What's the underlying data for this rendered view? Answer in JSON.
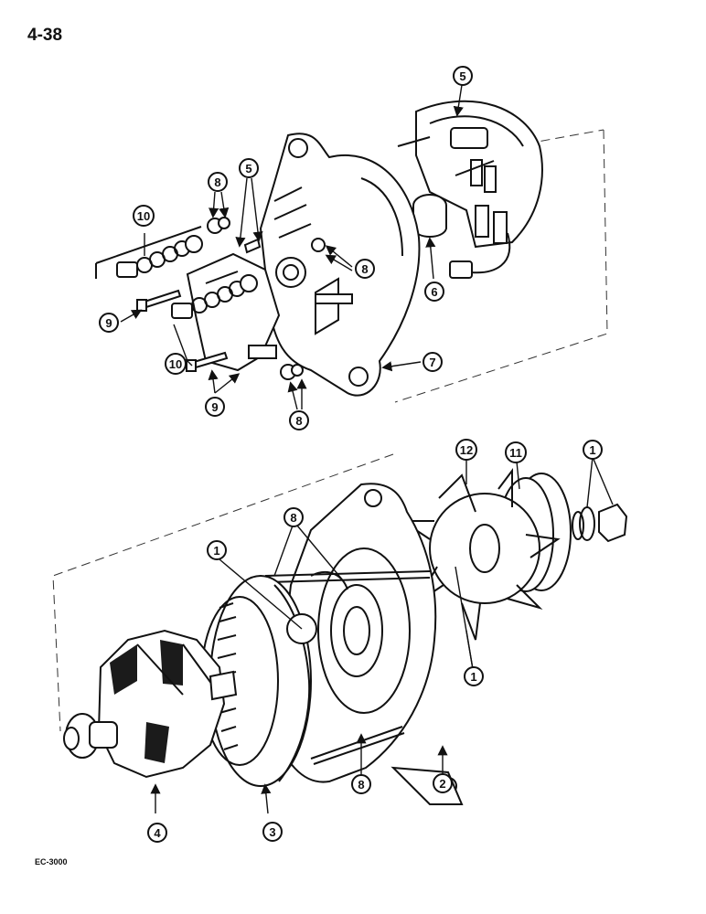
{
  "page_number": "4-38",
  "figure_code": "EC-3000",
  "callouts": {
    "c1a": "1",
    "c1b": "1",
    "c1c": "1",
    "c2": "2",
    "c3": "3",
    "c4": "4",
    "c5a": "5",
    "c5b": "5",
    "c6": "6",
    "c7": "7",
    "c8a": "8",
    "c8b": "8",
    "c8c": "8",
    "c8d": "8",
    "c8e": "8",
    "c9a": "9",
    "c9b": "9",
    "c10a": "10",
    "c10b": "10",
    "c11": "11",
    "c12": "12"
  }
}
